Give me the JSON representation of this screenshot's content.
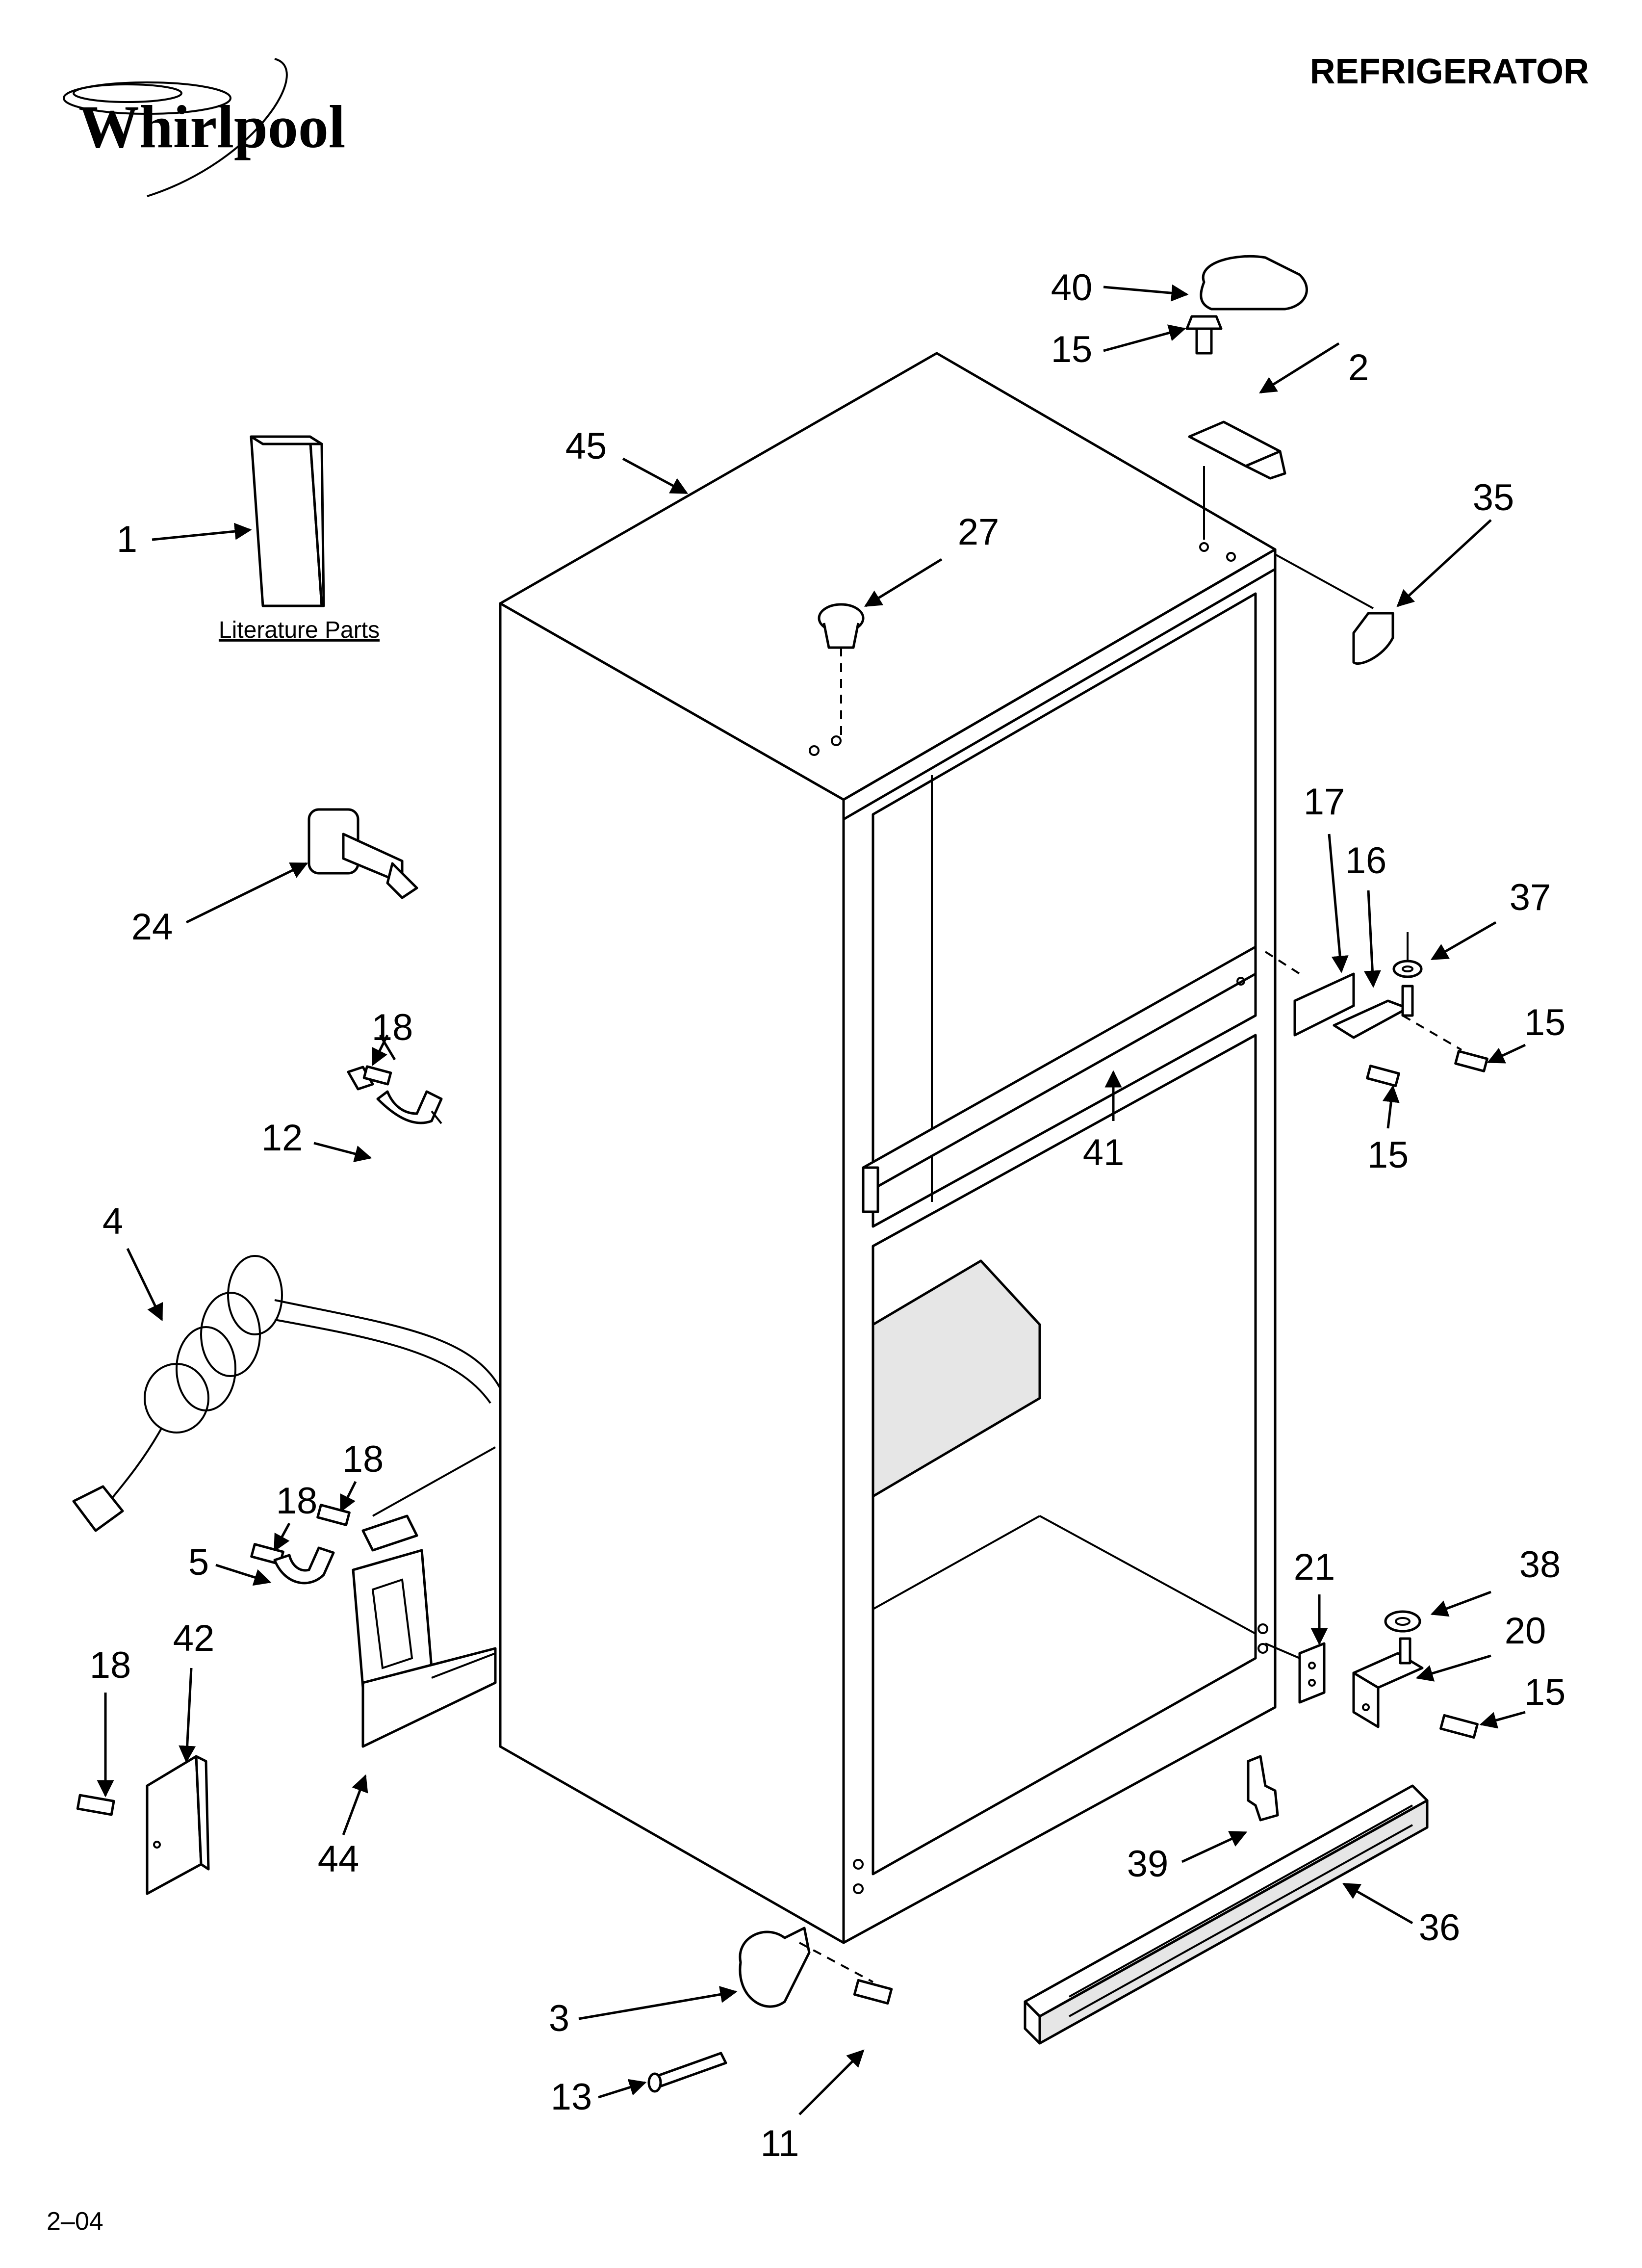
{
  "header": {
    "brand_logo_text": "Whirlpool",
    "title": "REFRIGERATOR"
  },
  "literature": {
    "caption": "Literature Parts"
  },
  "footer": {
    "date_code": "2–04"
  },
  "callouts": {
    "c1": "1",
    "c2": "2",
    "c3": "3",
    "c4": "4",
    "c5": "5",
    "c11": "11",
    "c12": "12",
    "c13": "13",
    "c15a": "15",
    "c15b": "15",
    "c15c": "15",
    "c15d": "15",
    "c16": "16",
    "c17": "17",
    "c18a": "18",
    "c18b": "18",
    "c18c": "18",
    "c18d": "18",
    "c20": "20",
    "c21": "21",
    "c24": "24",
    "c27": "27",
    "c35": "35",
    "c36": "36",
    "c37": "37",
    "c38": "38",
    "c39": "39",
    "c40": "40",
    "c41": "41",
    "c42": "42",
    "c44": "44",
    "c45": "45"
  },
  "colors": {
    "line": "#000000",
    "background": "#ffffff",
    "shade": "#e6e6e6"
  }
}
